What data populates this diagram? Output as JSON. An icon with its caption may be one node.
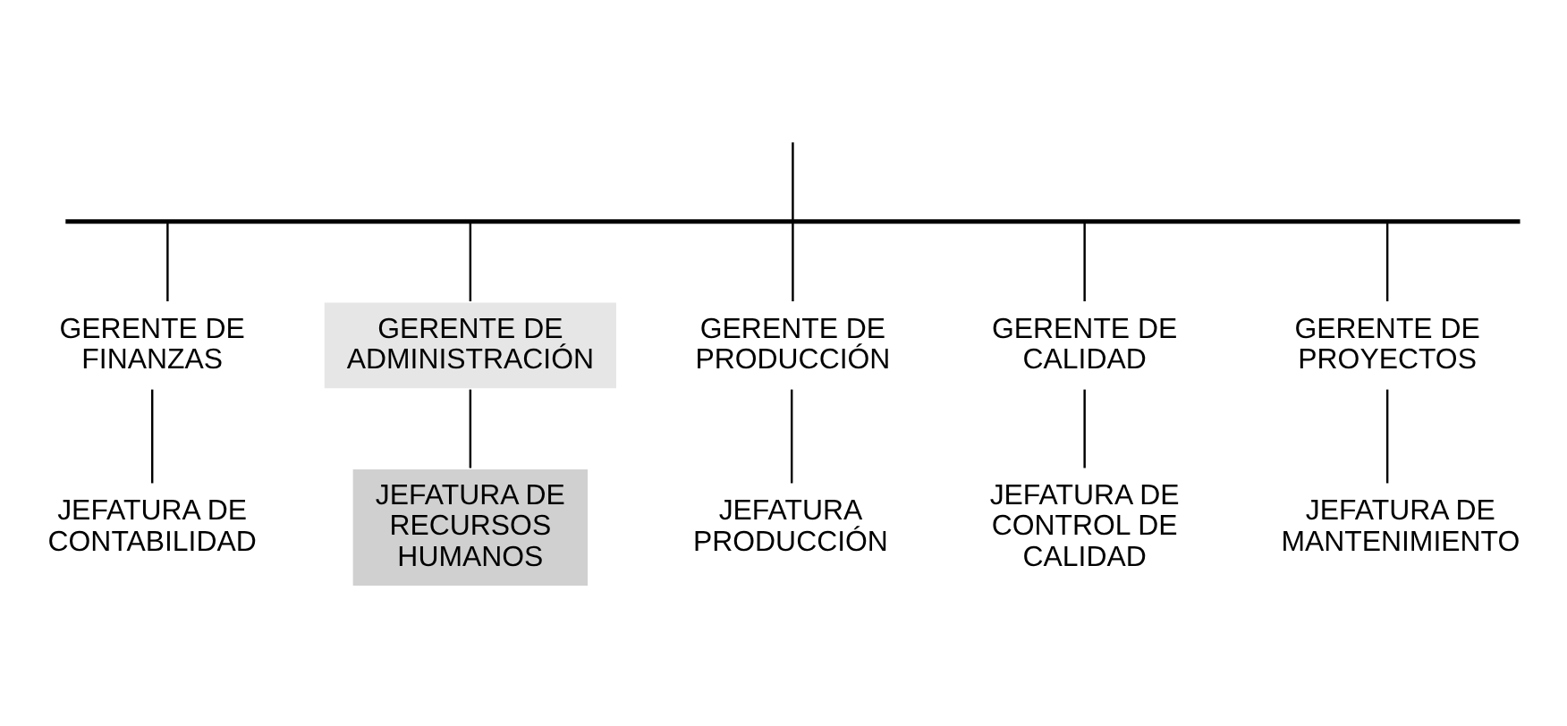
{
  "diagram": {
    "nodes": [
      {
        "text": [],
        "shape": "bar"
      },
      {
        "text": [
          "GERENTE DE FINANZAS"
        ]
      },
      {
        "text": [
          "GERENTE DE ADMINISTRACIÓN"
        ]
      },
      {
        "text": [
          "GERENTE DE PRODUCCIÓN"
        ]
      },
      {
        "text": [
          "GERENTE DE CALIDAD"
        ]
      },
      {
        "text": [
          "GERENTE DE PROYECTOS"
        ]
      },
      {
        "text": [
          "JEFATURA DE CONTABILIDAD"
        ]
      },
      {
        "text": [
          "JEFATURA DE RECURSOS HUMANOS"
        ]
      },
      {
        "text": [
          "JEFATURA PRODUCCIÓN"
        ]
      },
      {
        "text": [
          "JEFATURA DE CONTROL DE CALIDAD"
        ]
      },
      {
        "text": [
          "JEFATURA DE MANTENIMIENTO"
        ]
      }
    ],
    "edges": [
      {
        "from": null,
        "to": 0,
        "arrow": "none"
      },
      {
        "from": 0,
        "to": 1,
        "arrow": "none"
      },
      {
        "from": 0,
        "to": 2,
        "arrow": "none"
      },
      {
        "from": 0,
        "to": 3,
        "arrow": "none"
      },
      {
        "from": 0,
        "to": 4,
        "arrow": "none"
      },
      {
        "from": 0,
        "to": 5,
        "arrow": "none"
      },
      {
        "from": 1,
        "to": 6,
        "arrow": "none"
      },
      {
        "from": 2,
        "to": 7,
        "arrow": "none"
      },
      {
        "from": 3,
        "to": 8,
        "arrow": "none"
      },
      {
        "from": 4,
        "to": 9,
        "arrow": "none"
      },
      {
        "from": 5,
        "to": 10,
        "arrow": "none"
      }
    ]
  }
}
